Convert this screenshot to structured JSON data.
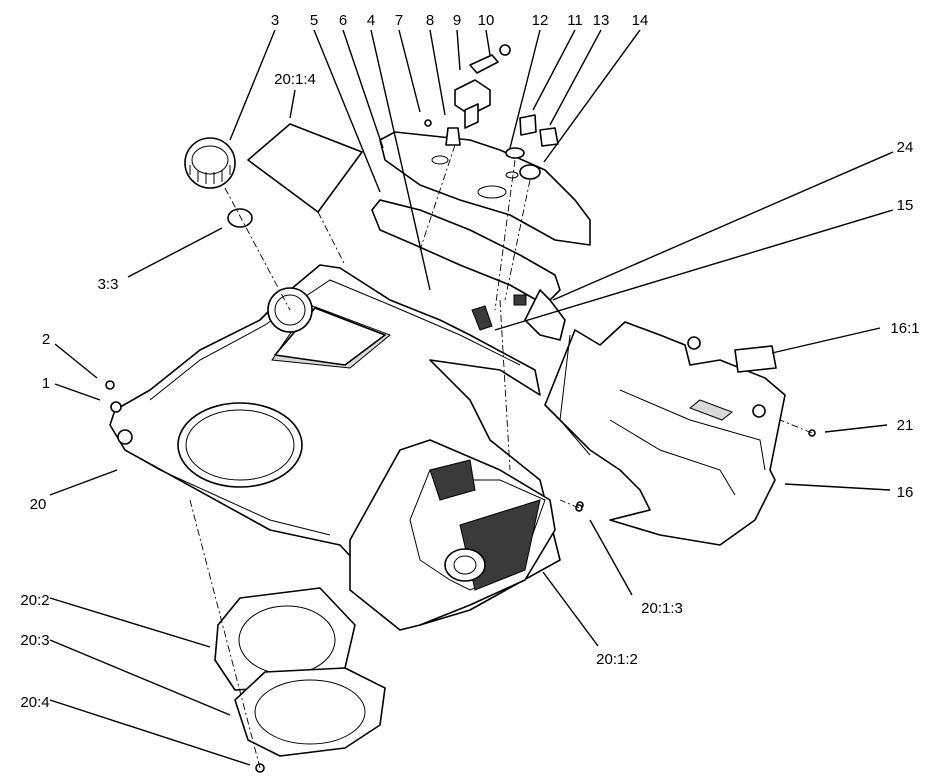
{
  "callouts": [
    {
      "id": "c3",
      "text": "3"
    },
    {
      "id": "c5",
      "text": "5"
    },
    {
      "id": "c6",
      "text": "6"
    },
    {
      "id": "c4",
      "text": "4"
    },
    {
      "id": "c7",
      "text": "7"
    },
    {
      "id": "c8",
      "text": "8"
    },
    {
      "id": "c9",
      "text": "9"
    },
    {
      "id": "c10",
      "text": "10"
    },
    {
      "id": "c12",
      "text": "12"
    },
    {
      "id": "c11",
      "text": "11"
    },
    {
      "id": "c13",
      "text": "13"
    },
    {
      "id": "c14",
      "text": "14"
    },
    {
      "id": "c20_1_4",
      "text": "20:1:4"
    },
    {
      "id": "c24",
      "text": "24"
    },
    {
      "id": "c15",
      "text": "15"
    },
    {
      "id": "c3_3",
      "text": "3:3"
    },
    {
      "id": "c16_1",
      "text": "16:1"
    },
    {
      "id": "c2",
      "text": "2"
    },
    {
      "id": "c1",
      "text": "1"
    },
    {
      "id": "c21",
      "text": "21"
    },
    {
      "id": "c20",
      "text": "20"
    },
    {
      "id": "c16",
      "text": "16"
    },
    {
      "id": "c20_1_3",
      "text": "20:1:3"
    },
    {
      "id": "c20_2",
      "text": "20:2"
    },
    {
      "id": "c20_1_2",
      "text": "20:1:2"
    },
    {
      "id": "c20_3",
      "text": "20:3"
    },
    {
      "id": "c20_4",
      "text": "20:4"
    }
  ]
}
